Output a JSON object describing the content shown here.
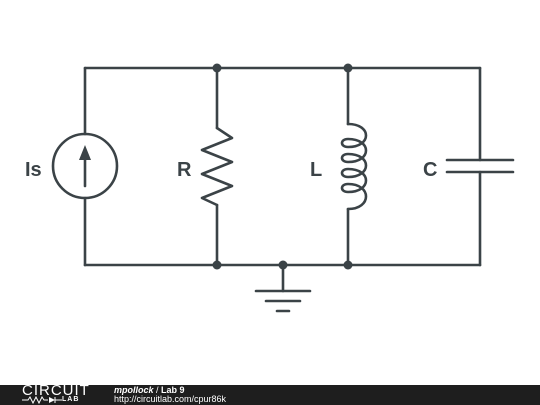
{
  "schematic": {
    "components": {
      "current_source": "Is",
      "resistor": "R",
      "inductor": "L",
      "capacitor": "C"
    }
  },
  "footer": {
    "brand_top": "CIRCUIT",
    "brand_bottom": "LAB",
    "author": "mpollock",
    "separator": " / ",
    "project": "Lab 9",
    "url": "http://circuitlab.com/cpur86k"
  },
  "colors": {
    "wire": "#3b4347",
    "footer_bg": "#1e1e1e"
  }
}
